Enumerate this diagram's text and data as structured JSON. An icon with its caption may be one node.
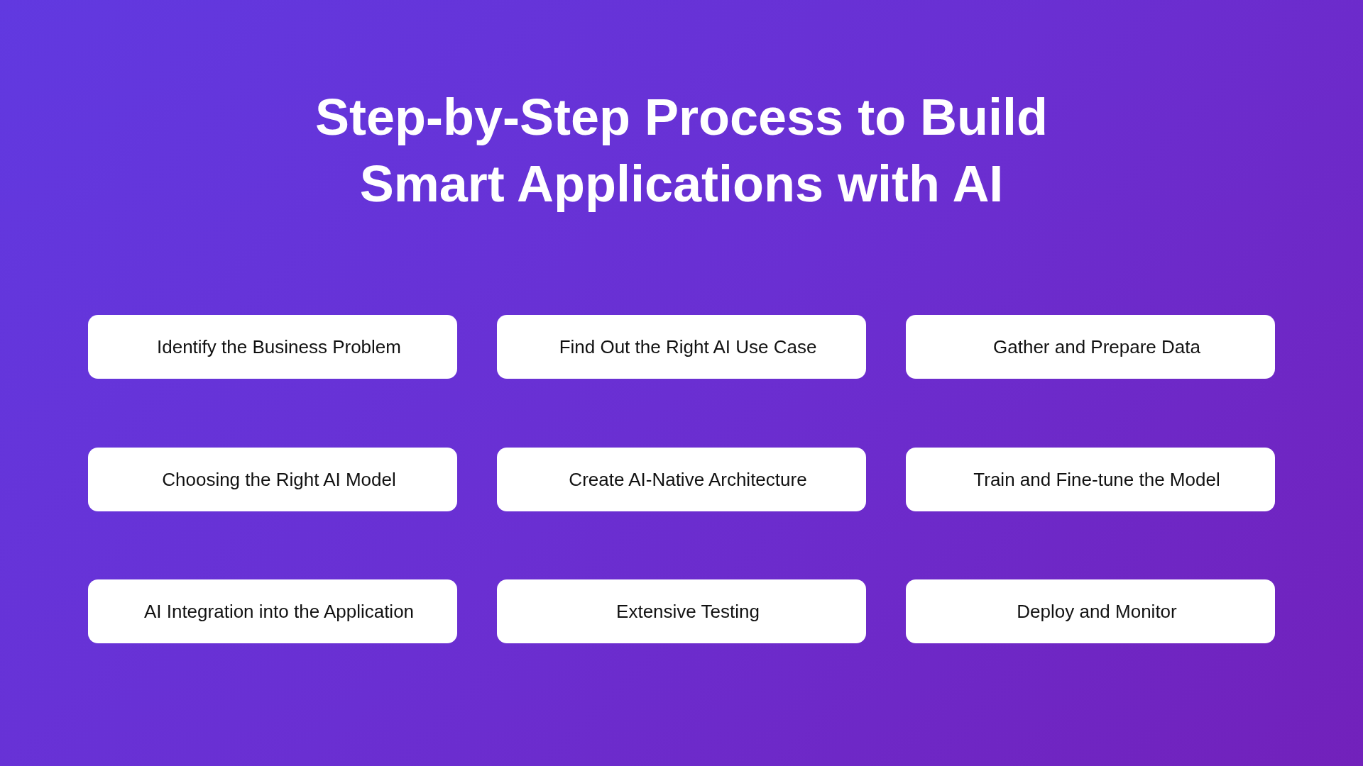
{
  "diagram": {
    "title": "Step-by-Step Process to Build Smart Applications with AI",
    "nodes": [
      {
        "text": [
          "Identify the Business Problem"
        ]
      },
      {
        "text": [
          "Find Out the Right AI Use Case"
        ]
      },
      {
        "text": [
          "Gather and Prepare Data"
        ]
      },
      {
        "text": [
          "Choosing the Right AI Model"
        ]
      },
      {
        "text": [
          "Create AI-Native Architecture"
        ]
      },
      {
        "text": [
          "Train and Fine-tune the Model"
        ]
      },
      {
        "text": [
          "AI Integration into the Application"
        ]
      },
      {
        "text": [
          "Extensive Testing"
        ]
      },
      {
        "text": [
          "Deploy and Monitor"
        ]
      }
    ]
  }
}
